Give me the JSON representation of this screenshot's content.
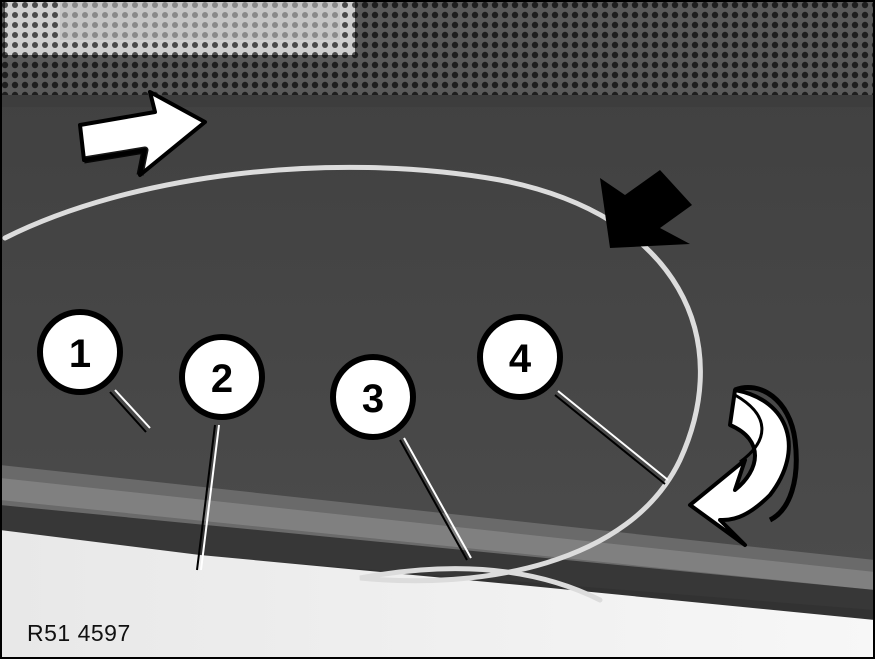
{
  "figure": {
    "reference_code": "R51 4597",
    "callouts": [
      {
        "label": "1",
        "points_to": "window glass"
      },
      {
        "label": "2",
        "points_to": "lower body edge"
      },
      {
        "label": "3",
        "points_to": "cutting wire"
      },
      {
        "label": "4",
        "points_to": "cutting wire loop"
      }
    ],
    "arrows": [
      {
        "name": "direction-arrow",
        "style": "outlined"
      },
      {
        "name": "pointer-arrow",
        "style": "solid"
      },
      {
        "name": "rotate-arrow",
        "style": "outlined-curved"
      }
    ],
    "colors": {
      "glass": "#4a4a4a",
      "wire": "#d9d9d9",
      "background": "#ffffff"
    }
  }
}
